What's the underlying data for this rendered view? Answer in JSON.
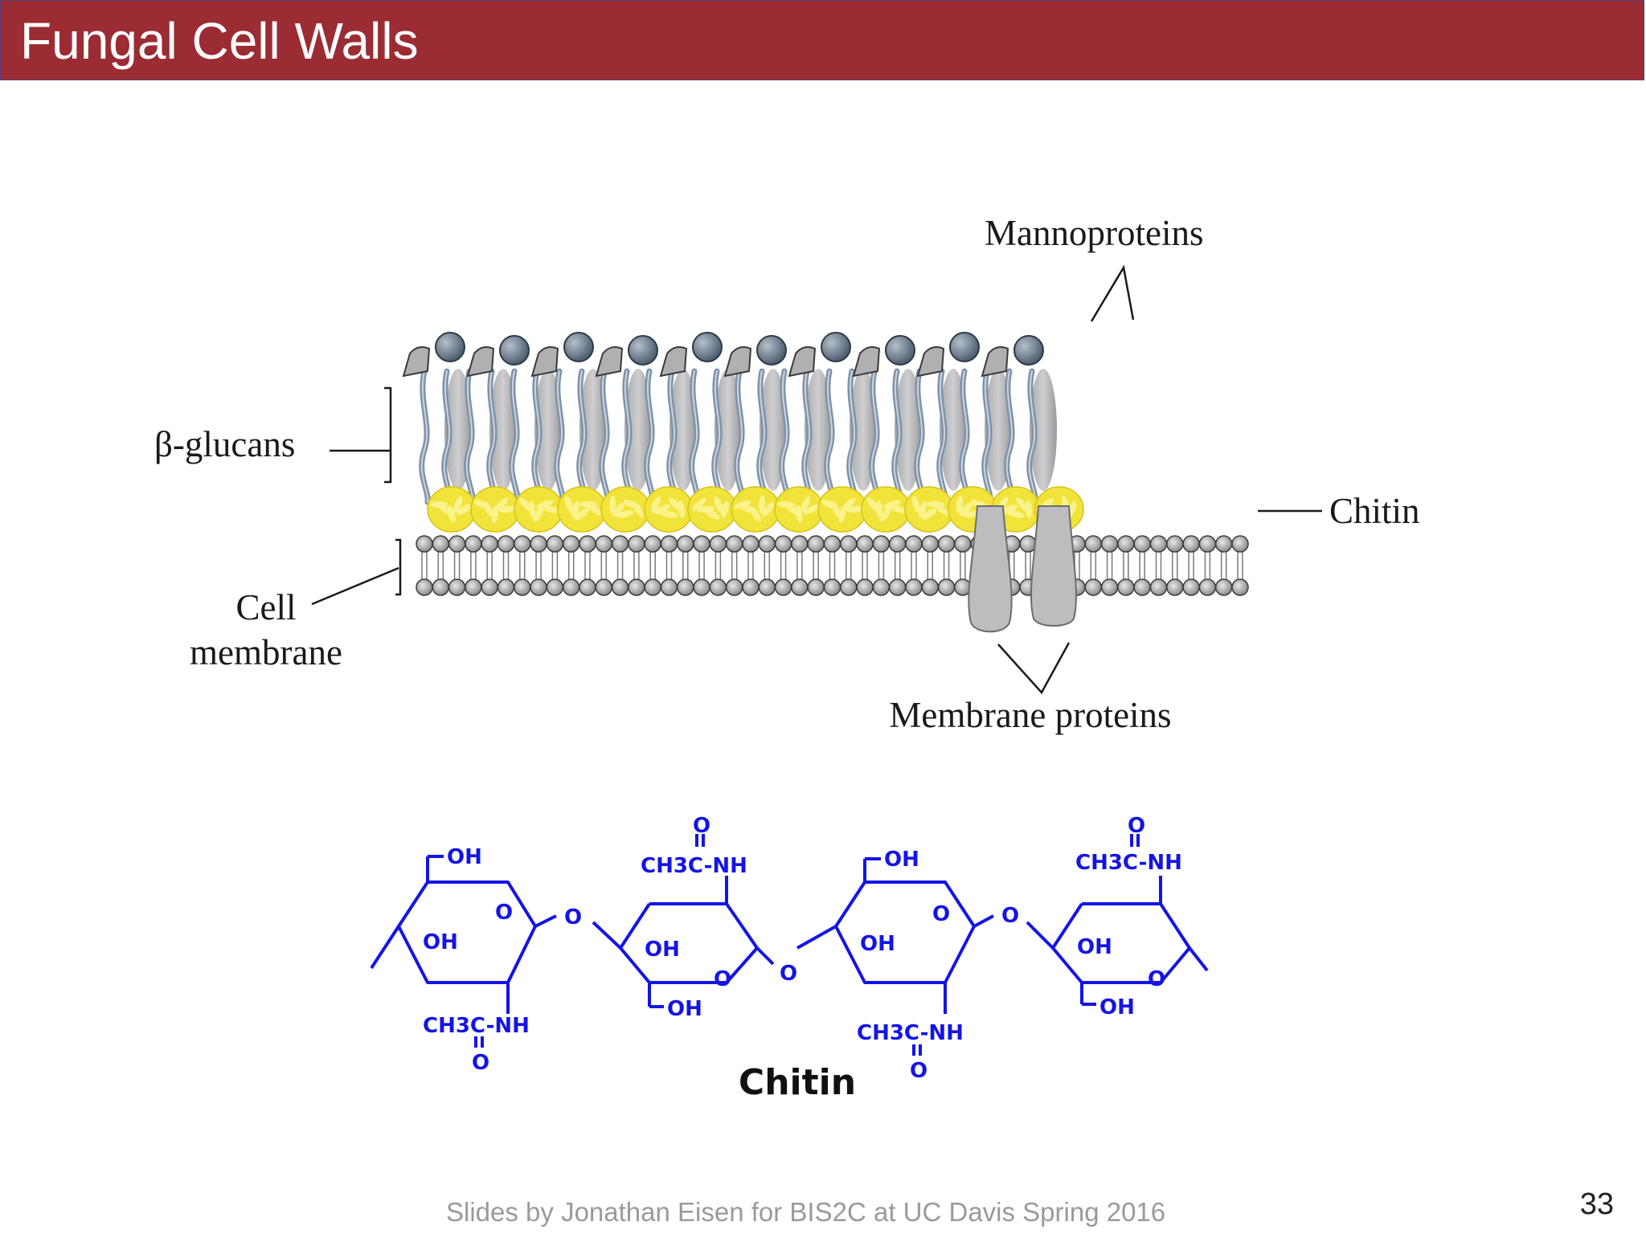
{
  "slide": {
    "title": "Fungal Cell Walls",
    "footer": "Slides by Jonathan Eisen for BIS2C at UC Davis Spring 2016",
    "page_number": "33"
  },
  "diagram": {
    "labels": {
      "mannoproteins": "Mannoproteins",
      "beta_glucans": "β-glucans",
      "chitin": "Chitin",
      "cell_membrane_line1": "Cell",
      "cell_membrane_line2": "membrane",
      "membrane_proteins": "Membrane proteins"
    },
    "colors": {
      "title_bar": "#9b2c34",
      "protein_gray": "#b5b5b7",
      "glucan_blue": "#7f93a8",
      "chitin_yellow": "#f2e33a",
      "chem_blue": "#1414e6"
    }
  },
  "structure": {
    "caption": "Chitin",
    "acetyl_group": "CH3C-NH",
    "carbonyl_o": "O",
    "ring_o": "O",
    "hydroxyl": "OH"
  }
}
